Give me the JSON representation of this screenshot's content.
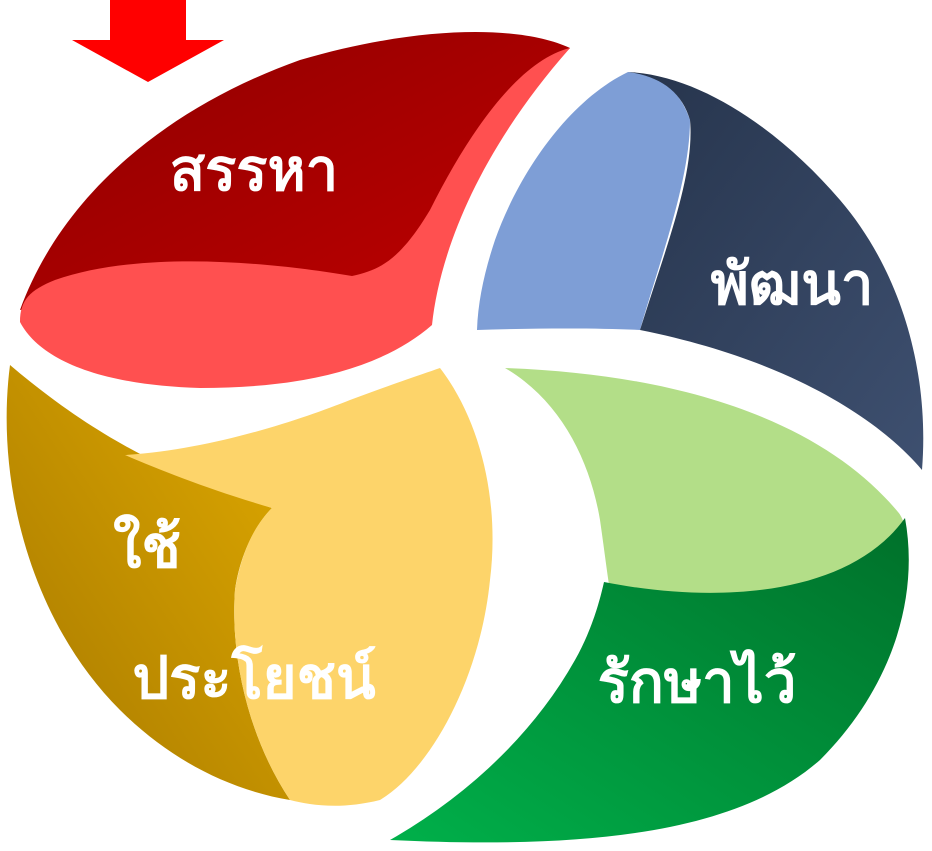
{
  "segments": [
    {
      "id": "red",
      "label": "สรรหา",
      "color_dark": "#8e0000",
      "color_light": "#ff5050"
    },
    {
      "id": "blue",
      "label": "พัฒนา",
      "color_dark": "#2f3f5a",
      "color_light": "#7e9ed6"
    },
    {
      "id": "green",
      "label": "รักษาไว้",
      "color_dark": "#007a2e",
      "color_light": "#b3de88"
    },
    {
      "id": "yellow",
      "label_line1": "ใช้",
      "label_line2": "ประโยชน์",
      "color_dark": "#b07f00",
      "color_light": "#fdd46a"
    }
  ],
  "arrow": {
    "color": "#ff0000",
    "icon": "down-arrow-icon"
  }
}
